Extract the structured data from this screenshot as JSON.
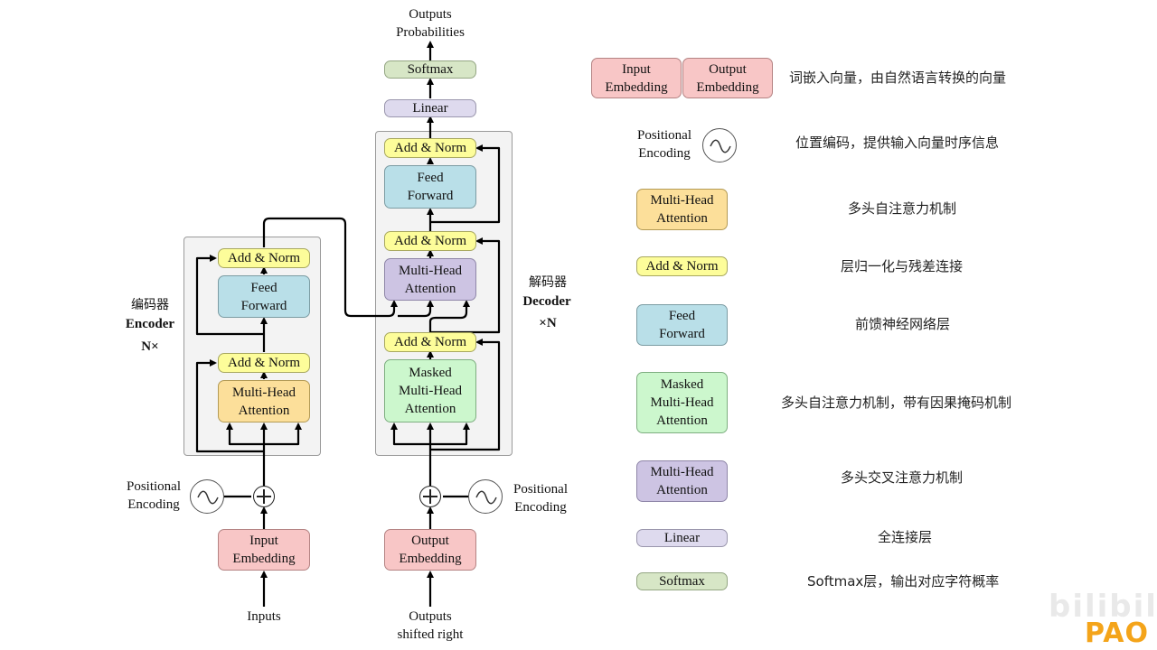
{
  "diagram": {
    "outputs_probabilities": "Outputs\nProbabilities",
    "softmax": "Softmax",
    "linear": "Linear",
    "add_norm": "Add & Norm",
    "feed_forward": "Feed\nForward",
    "multi_head_attention": "Multi-Head\nAttention",
    "masked_multi_head_attention": "Masked\nMulti-Head\nAttention",
    "input_embedding": "Input\nEmbedding",
    "output_embedding": "Output\nEmbedding",
    "positional_encoding": "Positional\nEncoding",
    "inputs": "Inputs",
    "outputs_shifted_right": "Outputs\nshifted right",
    "encoder_cn": "编码器",
    "encoder_en": "Encoder",
    "encoder_n": "N×",
    "decoder_cn": "解码器",
    "decoder_en": "Decoder",
    "decoder_n": "×N"
  },
  "legend": [
    {
      "item": "input-output-embedding",
      "desc": "词嵌入向量，由自然语言转换的向量"
    },
    {
      "item": "positional-encoding",
      "desc": "位置编码，提供输入向量时序信息"
    },
    {
      "item": "multi-head-attention",
      "desc": "多头自注意力机制"
    },
    {
      "item": "add-norm",
      "desc": "层归一化与残差连接"
    },
    {
      "item": "feed-forward",
      "desc": "前馈神经网络层"
    },
    {
      "item": "masked-multi-head-attention",
      "desc": "多头自注意力机制，带有因果掩码机制"
    },
    {
      "item": "cross-multi-head-attention",
      "desc": "多头交叉注意力机制"
    },
    {
      "item": "linear",
      "desc": "全连接层"
    },
    {
      "item": "softmax",
      "desc": "Softmax层，输出对应字符概率"
    }
  ],
  "colors": {
    "add_norm": "#fdfd9a",
    "feed_forward": "#b9dfe8",
    "multi_head_attention": "#fcdf9a",
    "cross_attention": "#cdc4e3",
    "masked_attention": "#ccf7cd",
    "embedding": "#f8c6c6",
    "linear": "#dedaee",
    "softmax": "#d7e6c6"
  },
  "watermark": {
    "bilibili": "bilibili",
    "logo": "PAO"
  }
}
